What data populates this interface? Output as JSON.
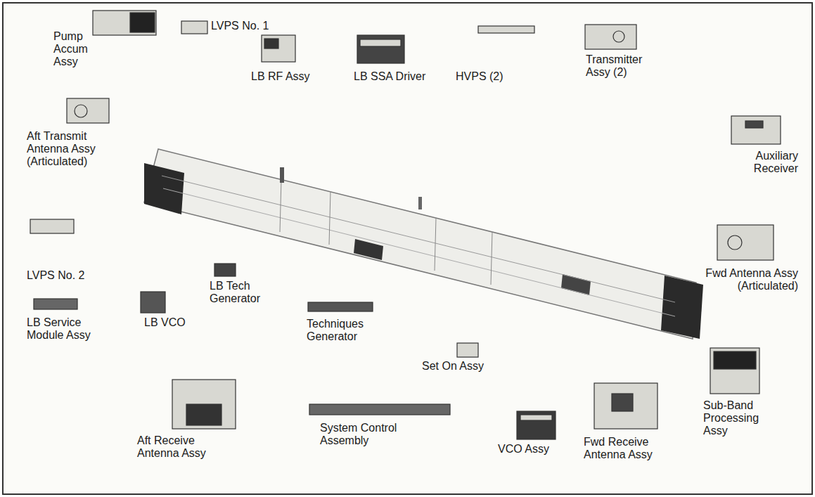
{
  "diagram": {
    "labels": [
      "Pump Accum Assy",
      "LVPS No. 1",
      "LB RF Assy",
      "LB SSA Driver",
      "HVPS (2)",
      "Transmitter Assy (2)",
      "Aft Transmit Antenna Assy (Articulated)",
      "Auxiliary Receiver",
      "LVPS No. 2",
      "Fwd Antenna Assy (Articulated)",
      "LB Tech Generator",
      "LB Service Module Assy",
      "LB VCO",
      "Techniques Generator",
      "Set On Assy",
      "Aft Receive Antenna Assy",
      "System Control Assembly",
      "VCO Assy",
      "Fwd Receive Antenna Assy",
      "Sub-Band Processing Assy"
    ]
  }
}
